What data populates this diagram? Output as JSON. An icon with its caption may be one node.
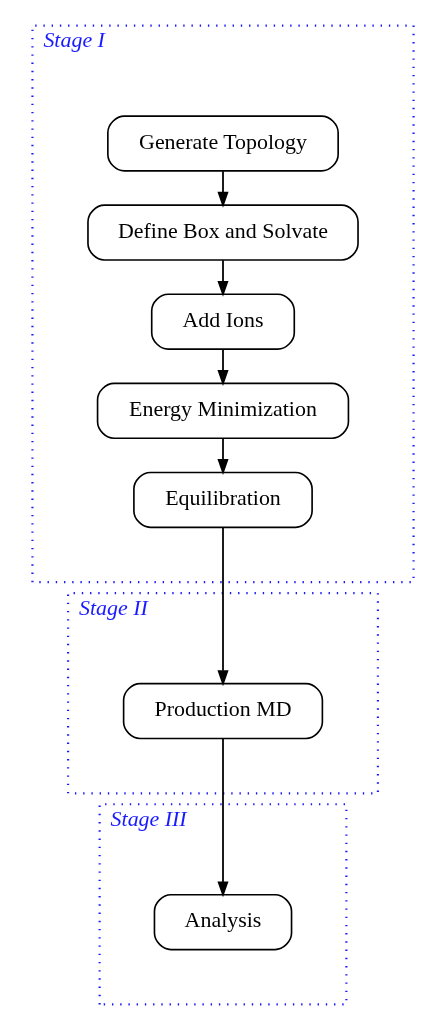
{
  "diagram": {
    "nodes": [
      {
        "text": [
          "Stage I"
        ]
      },
      {
        "text": [
          "Generate Topology"
        ],
        "in": 0
      },
      {
        "text": [
          "Define Box and Solvate"
        ],
        "in": 0
      },
      {
        "text": [
          "Add Ions"
        ],
        "in": 0
      },
      {
        "text": [
          "Energy Minimization"
        ],
        "in": 0
      },
      {
        "text": [
          "Equilibration"
        ],
        "in": 0
      },
      {
        "text": [
          "Stage II"
        ]
      },
      {
        "text": [
          "Production MD"
        ],
        "in": 6
      },
      {
        "text": [
          "Stage III"
        ]
      },
      {
        "text": [
          "Analysis"
        ],
        "in": 8
      }
    ],
    "edges": [
      {
        "from": 1,
        "to": 2,
        "arrow": "to"
      },
      {
        "from": 2,
        "to": 3,
        "arrow": "to"
      },
      {
        "from": 3,
        "to": 4,
        "arrow": "to"
      },
      {
        "from": 4,
        "to": 5,
        "arrow": "to"
      },
      {
        "from": 5,
        "to": 7,
        "arrow": "to"
      },
      {
        "from": 7,
        "to": 9,
        "arrow": "to"
      }
    ]
  }
}
